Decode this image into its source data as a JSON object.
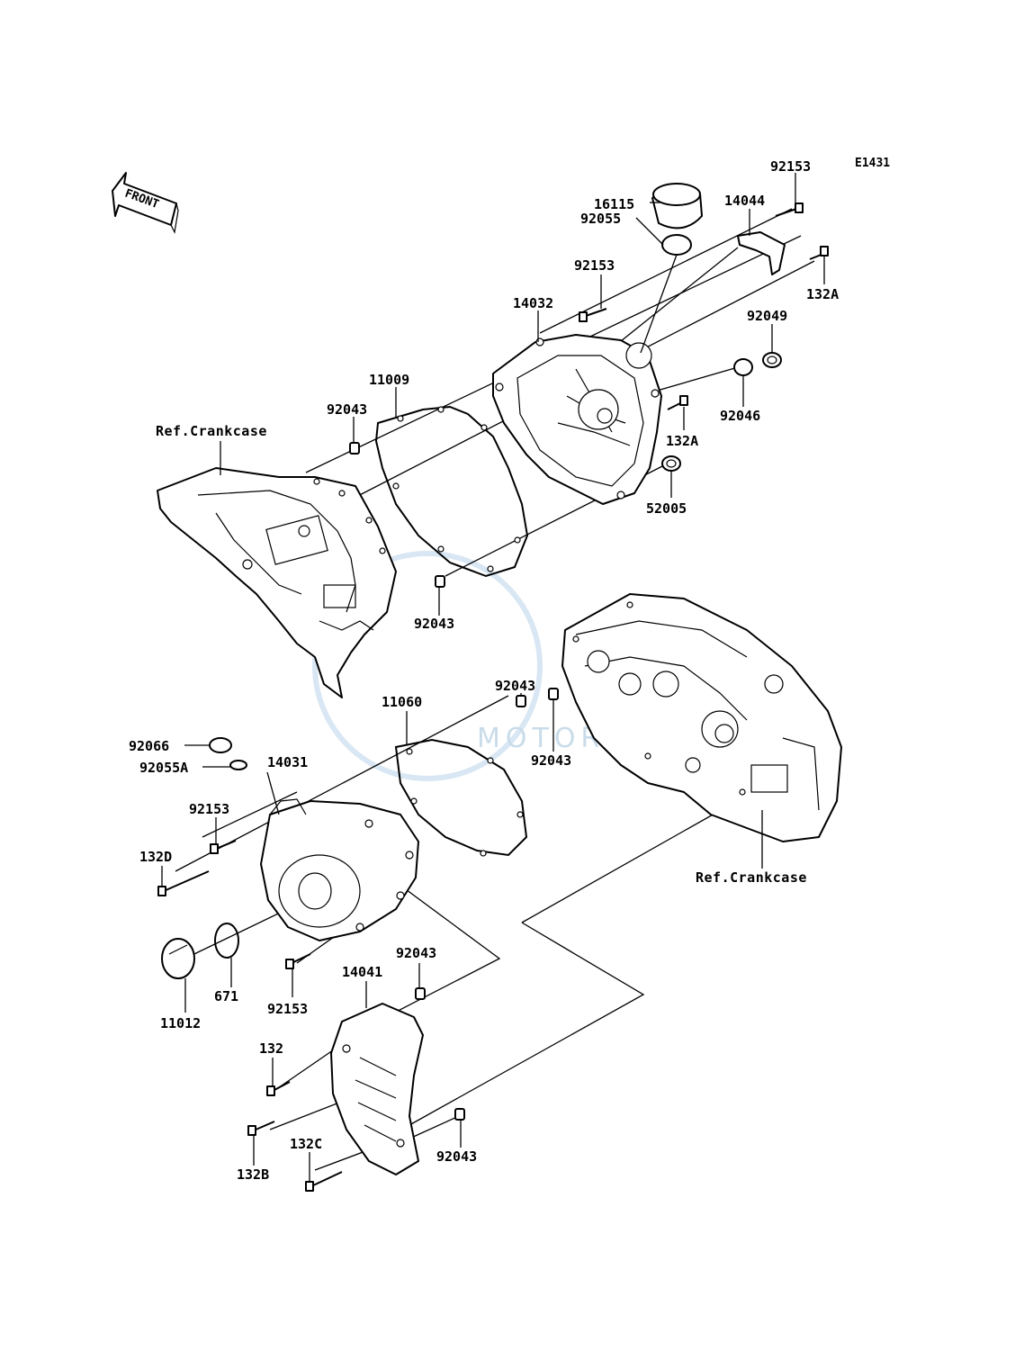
{
  "diagram_code": "E1431",
  "front_label": "FRONT",
  "watermark_text": "MOTORPARTS",
  "ref_labels": {
    "crankcase_top": "Ref.Crankcase",
    "crankcase_right": "Ref.Crankcase"
  },
  "parts": {
    "p92153_top": "92153",
    "p16115": "16115",
    "p14044": "14044",
    "p92055": "92055",
    "p92153_b": "92153",
    "p132A_top": "132A",
    "p14032": "14032",
    "p92049": "92049",
    "p11009": "11009",
    "p92043_a": "92043",
    "p92046": "92046",
    "p132A_mid": "132A",
    "p52005": "52005",
    "p92043_b": "92043",
    "p11060": "11060",
    "p92043_c": "92043",
    "p92043_d": "92043",
    "p92066": "92066",
    "p92055A": "92055A",
    "p14031": "14031",
    "p92153_c": "92153",
    "p132D": "132D",
    "p671": "671",
    "p11012": "11012",
    "p92043_e": "92043",
    "p14041": "14041",
    "p92153_d": "92153",
    "p132": "132",
    "p132C": "132C",
    "p132B": "132B",
    "p92043_f": "92043"
  }
}
